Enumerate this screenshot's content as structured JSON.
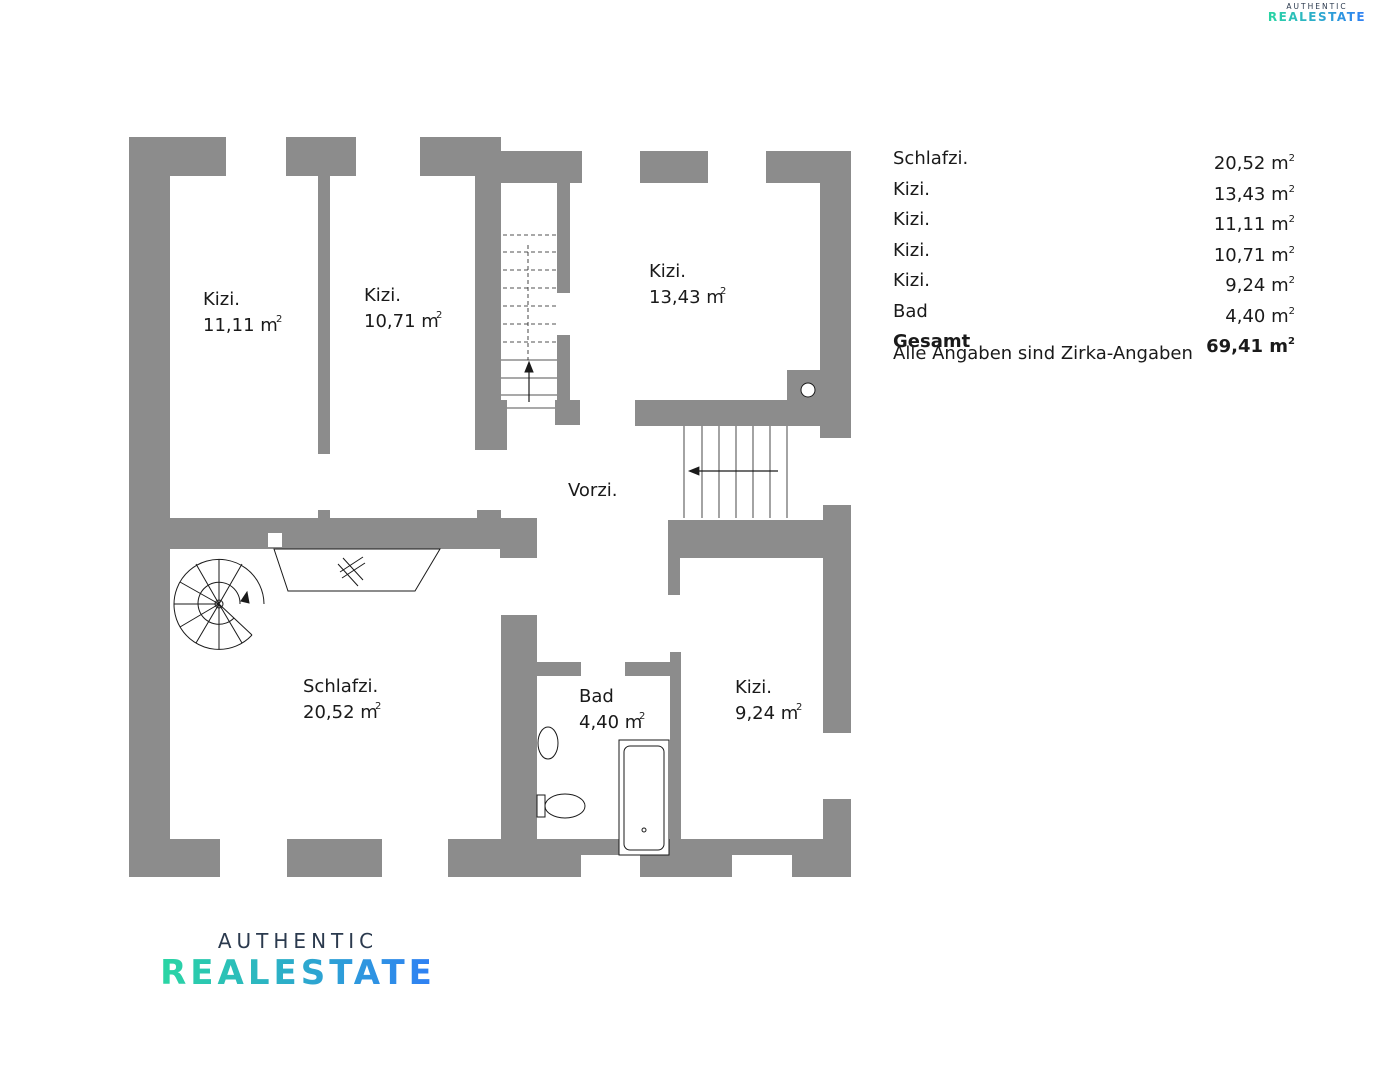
{
  "brand": {
    "top": "AUTHENTIC",
    "bottom": "REALESTATE",
    "colors": {
      "dark": "#2b3a4e",
      "gradient_start": "#2ad6a3",
      "gradient_end": "#2f7ff5"
    }
  },
  "rooms": [
    {
      "id": "kizi-1",
      "name": "Kizi.",
      "area": "11,11 m"
    },
    {
      "id": "kizi-2",
      "name": "Kizi.",
      "area": "10,71 m"
    },
    {
      "id": "kizi-3",
      "name": "Kizi.",
      "area": "13,43 m"
    },
    {
      "id": "vorzi",
      "name": "Vorzi.",
      "area": ""
    },
    {
      "id": "schlafzi",
      "name": "Schlafzi.",
      "area": "20,52 m"
    },
    {
      "id": "bad",
      "name": "Bad",
      "area": "4,40 m"
    },
    {
      "id": "kizi-4",
      "name": "Kizi.",
      "area": "9,24 m"
    }
  ],
  "area_unit_sup": "2",
  "table": {
    "rows": [
      {
        "label": "Schlafzi.",
        "value": "20,52 m"
      },
      {
        "label": "Kizi.",
        "value": "13,43 m"
      },
      {
        "label": "Kizi.",
        "value": "11,11 m"
      },
      {
        "label": "Kizi.",
        "value": "10,71 m"
      },
      {
        "label": "Kizi.",
        "value": "9,24 m"
      },
      {
        "label": "Bad",
        "value": "4,40 m"
      }
    ],
    "total": {
      "label": "Gesamt",
      "value": "69,41 m"
    }
  },
  "note": "Alle Angaben sind Zirka-Angaben",
  "colors": {
    "wall": "#8c8c8c",
    "window": "#ffffff",
    "line": "#1a1a1a"
  }
}
